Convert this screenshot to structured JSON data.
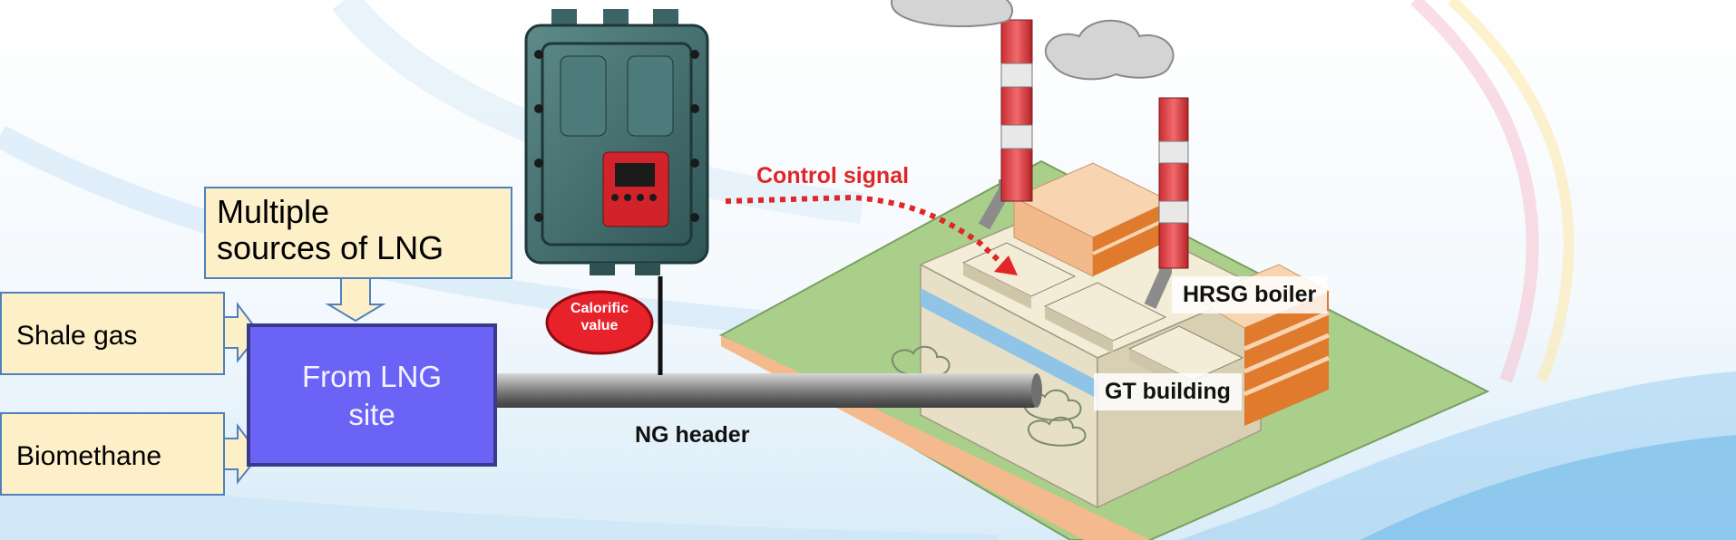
{
  "callouts": {
    "sources": "Multiple\nsources of LNG",
    "shale": "Shale gas",
    "biomethane": "Biomethane"
  },
  "lng_box": {
    "label": "From LNG\nsite"
  },
  "labels": {
    "ng_header": "NG header",
    "control_signal": "Control signal",
    "hrsg_boiler": "HRSG boiler",
    "gt_building": "GT building",
    "calorific_value": "Calorific\nvalue"
  },
  "colors": {
    "callout_fill": "#fdf0c8",
    "callout_border": "#4f81bd",
    "lng_box_fill": "#6b63f6",
    "control_signal": "#e02626",
    "stack_red": "#e8464a",
    "ground_green": "#a9cf8b"
  }
}
